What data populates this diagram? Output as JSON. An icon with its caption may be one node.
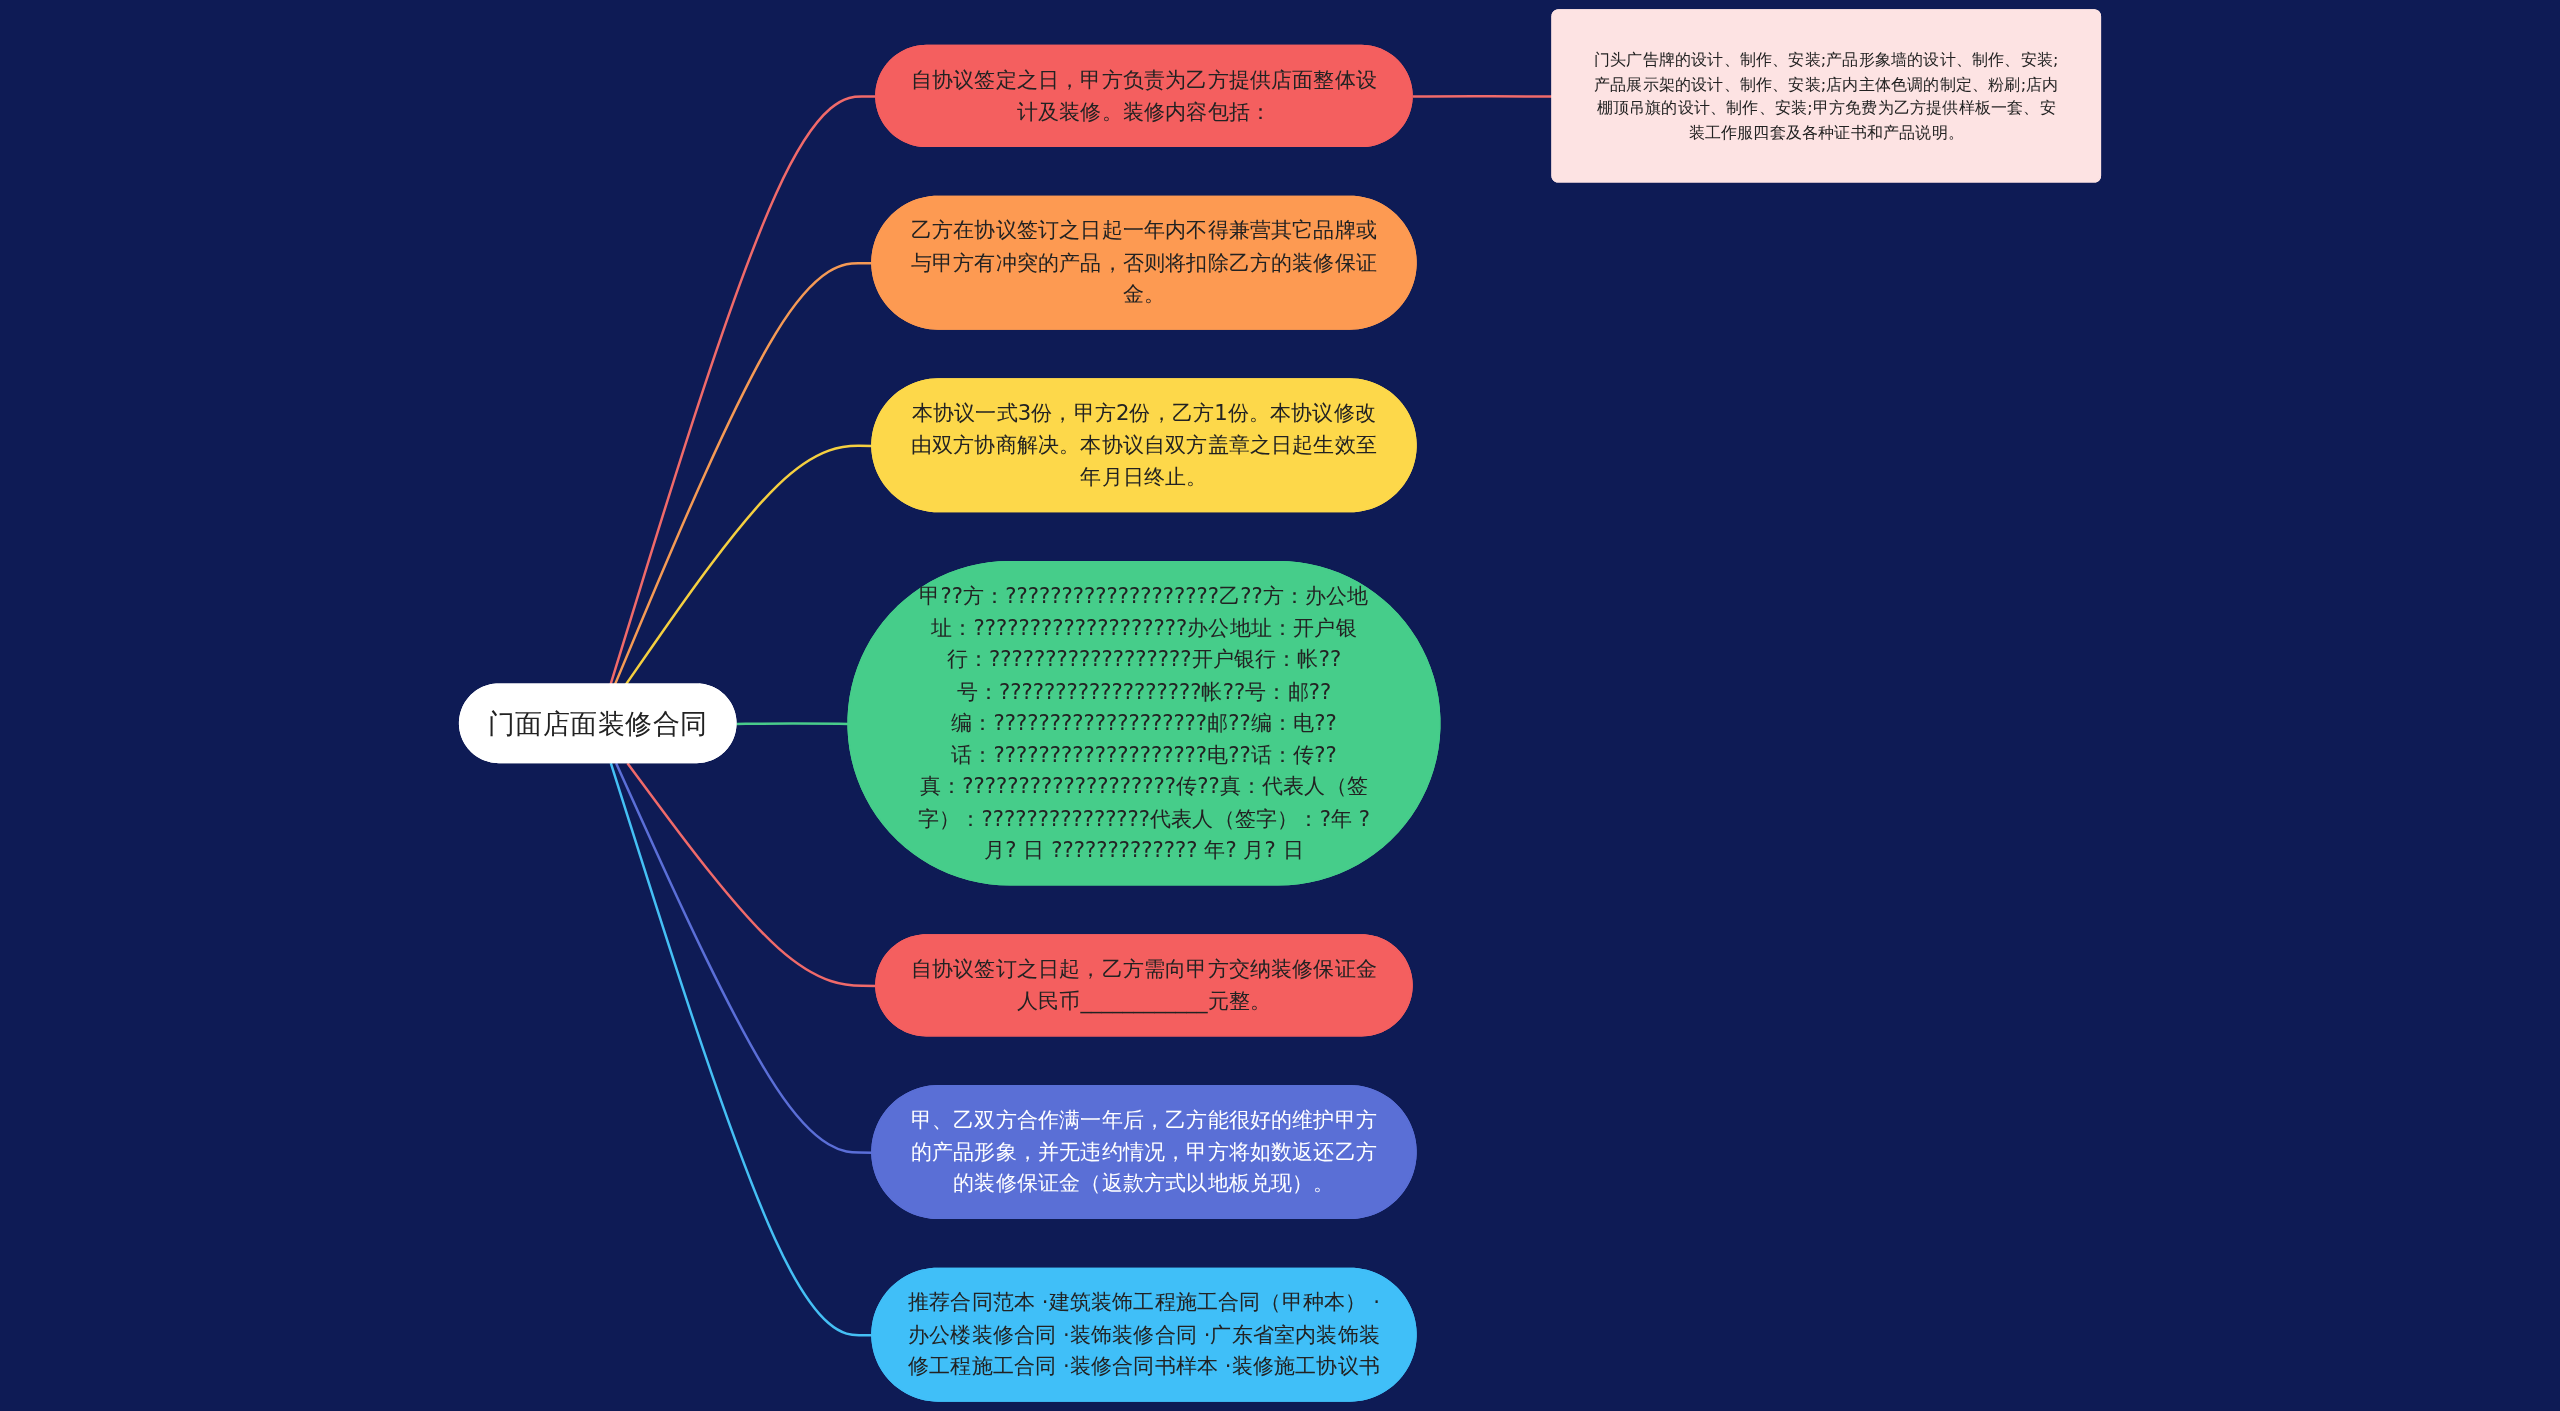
{
  "diagram": {
    "nodes": [
      {
        "text": [
          "门面店面装修合同"
        ]
      },
      {
        "text": [
          "自协议签定之日，甲方负责为乙方提供店面整体设计及装修。装修内容包括："
        ]
      },
      {
        "text": [
          "门头广告牌的设计、制作、安装;产品形象墙的设计、制作、安装;产品展示架的设计、制作、安装;店内主体色调的制定、粉刷;店内棚顶吊旗的设计、制作、安装;甲方免费为乙方提供样板一套、安装工作服四套及各种证书和产品说明。"
        ]
      },
      {
        "text": [
          "乙方在协议签订之日起一年内不得兼营其它品牌或与甲方有冲突的产品，否则将扣除乙方的装修保证金。"
        ]
      },
      {
        "text": [
          "本协议一式3份，甲方2份，乙方1份。本协议修改由双方协商解决。本协议自双方盖章之日起生效至年月日终止。"
        ]
      },
      {
        "text": [
          "甲??方：???????????????????乙??方：办公地址：???????????????????办公地址：开户银行：??????????????????开户银行：帐??号：??????????????????帐??号：邮??编：???????????????????邮??编：电??话：???????????????????电??话：传??真：???????????????????传??真：代表人（签字）：???????????????代表人（签字）：?年 ?月? 日 ????????????? 年? 月? 日"
        ]
      },
      {
        "text": [
          "自协议签订之日起，乙方需向甲方交纳装修保证金人民币____________元整。"
        ]
      },
      {
        "text": [
          "甲、乙双方合作满一年后，乙方能很好的维护甲方的产品形象，并无违约情况，甲方将如数返还乙方的装修保证金（返款方式以地板兑现）。"
        ]
      },
      {
        "text": [
          "推荐合同范本 ·建筑装饰工程施工合同（甲种本） ·办公楼装修合同 ·装饰装修合同 ·广东省室内装饰装修工程施工合同 ·装修合同书样本 ·装修施工协议书"
        ]
      }
    ],
    "edges": [
      {
        "from": 0,
        "to": 1,
        "arrow": "none",
        "color": "#f06a6a"
      },
      {
        "from": 1,
        "to": 2,
        "arrow": "none",
        "color": "#f06a6a"
      },
      {
        "from": 0,
        "to": 3,
        "arrow": "none",
        "color": "#f59a55"
      },
      {
        "from": 0,
        "to": 4,
        "arrow": "none",
        "color": "#f5d040"
      },
      {
        "from": 0,
        "to": 5,
        "arrow": "none",
        "color": "#49cc8b"
      },
      {
        "from": 0,
        "to": 6,
        "arrow": "none",
        "color": "#f06a6a"
      },
      {
        "from": 0,
        "to": 7,
        "arrow": "none",
        "color": "#5b6fd8"
      },
      {
        "from": 0,
        "to": 8,
        "arrow": "none",
        "color": "#45c0f5"
      }
    ]
  }
}
